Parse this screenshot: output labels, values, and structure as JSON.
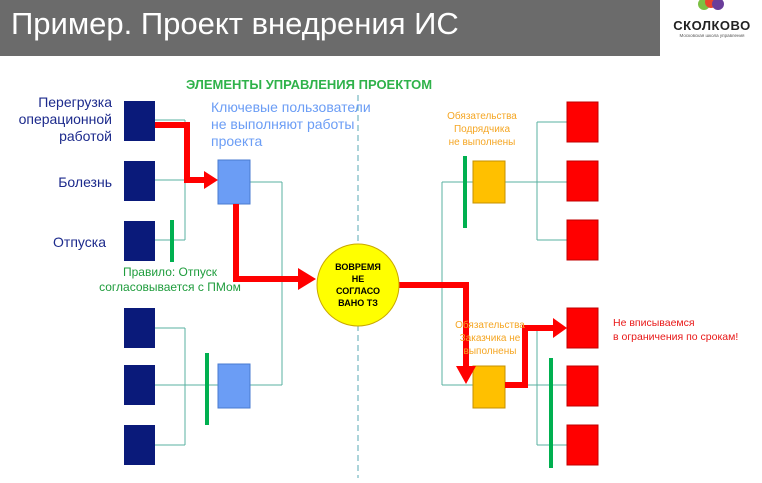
{
  "slide": {
    "title": "Пример. Проект внедрения ИС",
    "logo": "СКОЛКОВО",
    "logo_sub": "Московская школа управления",
    "heading": "ЭЛЕМЕНТЫ УПРАВЛЕНИЯ ПРОЕКТОМ"
  },
  "left_labels": {
    "overload": [
      "Перегрузка",
      "операционной",
      "работой"
    ],
    "illness": "Болезнь",
    "vacation": "Отпуска"
  },
  "key_users": [
    "Ключевые пользователи",
    "не выполняют работы",
    "проекта"
  ],
  "rule": [
    "Правило: Отпуск",
    "согласовывается с ПМом"
  ],
  "center": [
    "ВОВРЕМЯ",
    "НЕ",
    "СОГЛАСО",
    "ВАНО ТЗ"
  ],
  "contractor": [
    "Обязательства",
    "Подрядчика",
    "не выполнены"
  ],
  "customer": [
    "Обязательства",
    "Заказчика не",
    "выполнены"
  ],
  "red_note": [
    "Не вписываемся",
    "в ограничения по срокам!"
  ],
  "colors": {
    "navy": "#0a1a7a",
    "blue_box": "#6b9df5",
    "orange_box": "#ffc000",
    "red_box": "#ff0000",
    "green": "#00b050",
    "circle": "#ffff00",
    "header": "#6b6b6b"
  }
}
